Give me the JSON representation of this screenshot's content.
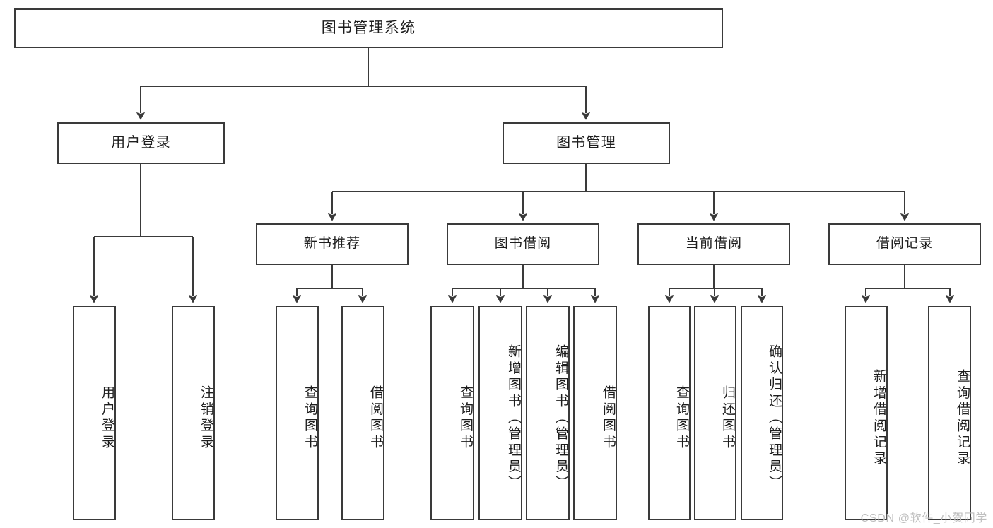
{
  "diagram": {
    "title": "图书管理系统",
    "type": "tree-hierarchy-chart",
    "root": {
      "label": "图书管理系统"
    },
    "level2": [
      {
        "label": "用户登录"
      },
      {
        "label": "图书管理"
      }
    ],
    "level3": [
      {
        "label": "新书推荐"
      },
      {
        "label": "图书借阅"
      },
      {
        "label": "当前借阅"
      },
      {
        "label": "借阅记录"
      }
    ],
    "leaves": {
      "user_login": [
        {
          "label": "用户登录"
        },
        {
          "label": "注销登录"
        }
      ],
      "new_book_recommend": [
        {
          "label": "查询图书"
        },
        {
          "label": "借阅图书"
        }
      ],
      "book_borrow": [
        {
          "label": "查询图书"
        },
        {
          "label": "新增图书（管理员）"
        },
        {
          "label": "编辑图书（管理员）"
        },
        {
          "label": "借阅图书"
        }
      ],
      "current_borrow": [
        {
          "label": "查询图书"
        },
        {
          "label": "归还图书"
        },
        {
          "label": "确认归还（管理员）"
        }
      ],
      "borrow_record": [
        {
          "label": "新增借阅记录"
        },
        {
          "label": "查询借阅记录"
        }
      ]
    },
    "watermark": "CSDN @软件_小贺同学",
    "colors": {
      "stroke": "#3a3a3a",
      "fill": "#ffffff",
      "text": "#1d1d1d",
      "watermark": "#bfbfbf"
    }
  }
}
